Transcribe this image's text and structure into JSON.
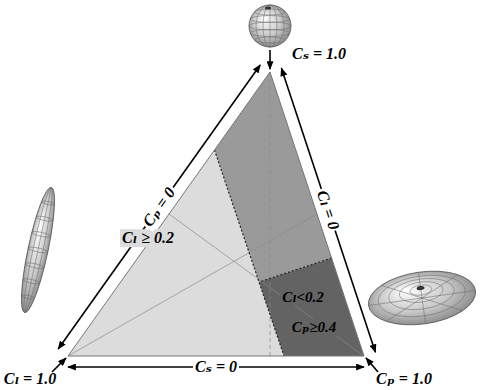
{
  "diagram": {
    "nodes": [
      {
        "text": [
          "Cₗ ≥ 0.2"
        ]
      },
      {
        "text": [
          "Cₗ<0.2",
          "Cₚ≥0.4"
        ]
      }
    ],
    "labels": [
      "Cₛ = 1.0",
      "Cₚ = 0",
      "Cₗ = 0",
      "Cₛ = 0",
      "Cₗ = 1.0",
      "Cₚ = 1.0"
    ]
  }
}
